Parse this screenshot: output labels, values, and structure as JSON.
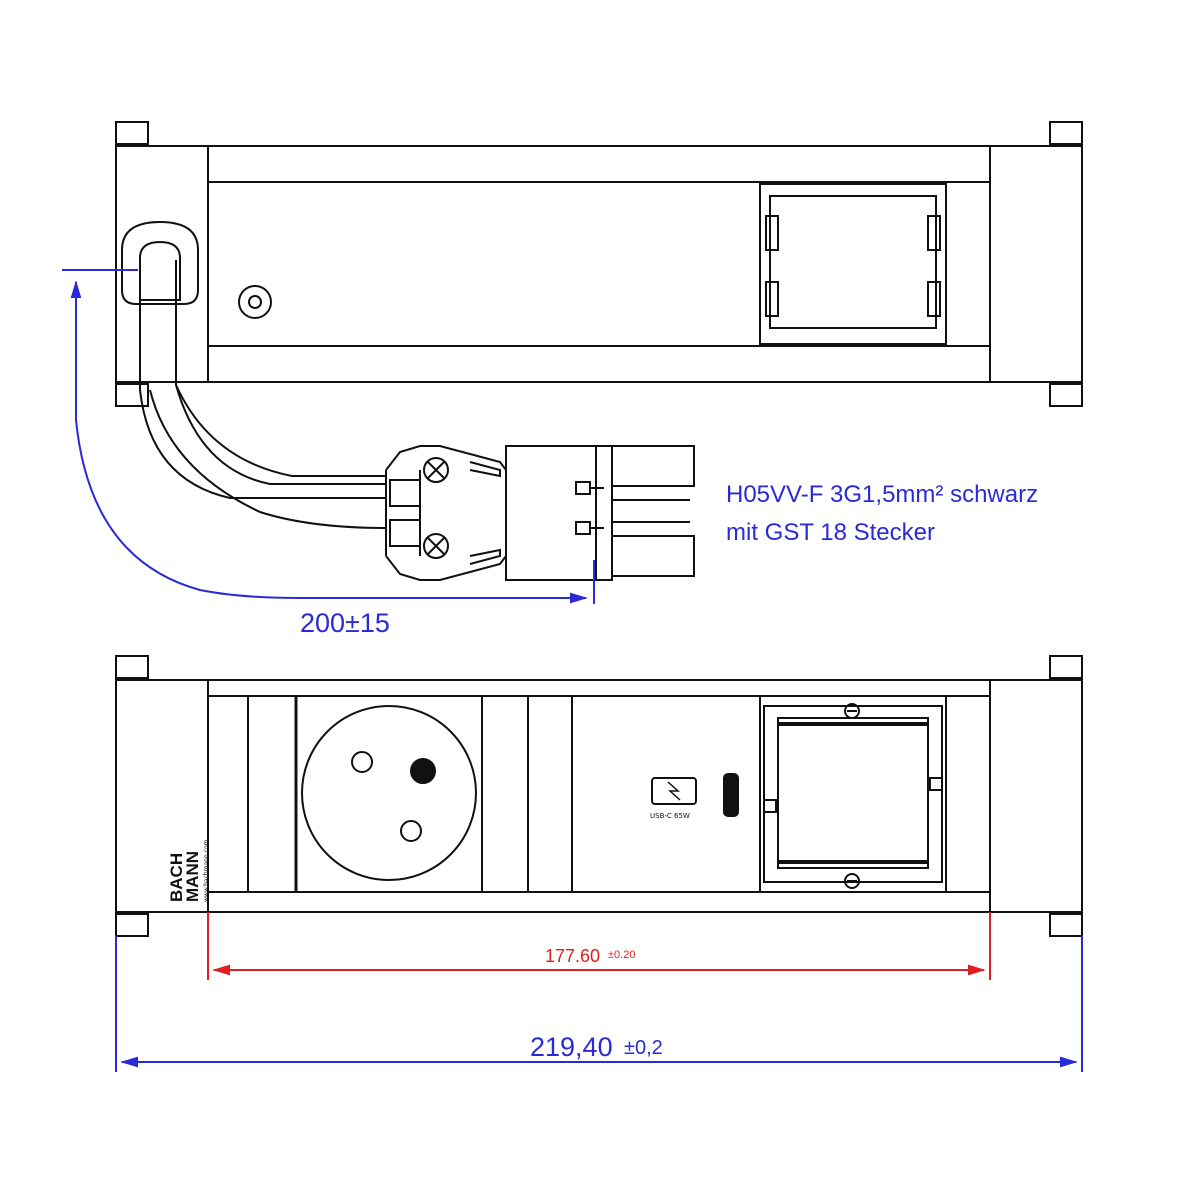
{
  "cable": {
    "line1": "H05VV-F 3G1,5mm² schwarz",
    "line2": "mit GST 18 Stecker"
  },
  "dimensions": {
    "cable_length": "200±15",
    "inner_value": "177.60",
    "inner_tolerance": "±0.20",
    "outer_value": "219,40",
    "outer_tolerance": "±0,2"
  },
  "logo": {
    "brand_line1": "BACH",
    "brand_line2": "MANN",
    "website": "www.bachmann.com"
  },
  "usb": {
    "label": "USB-C 65W"
  },
  "colors": {
    "outline": "#111111",
    "dimension_blue": "#2a2ad8",
    "dimension_red": "#e02020"
  }
}
